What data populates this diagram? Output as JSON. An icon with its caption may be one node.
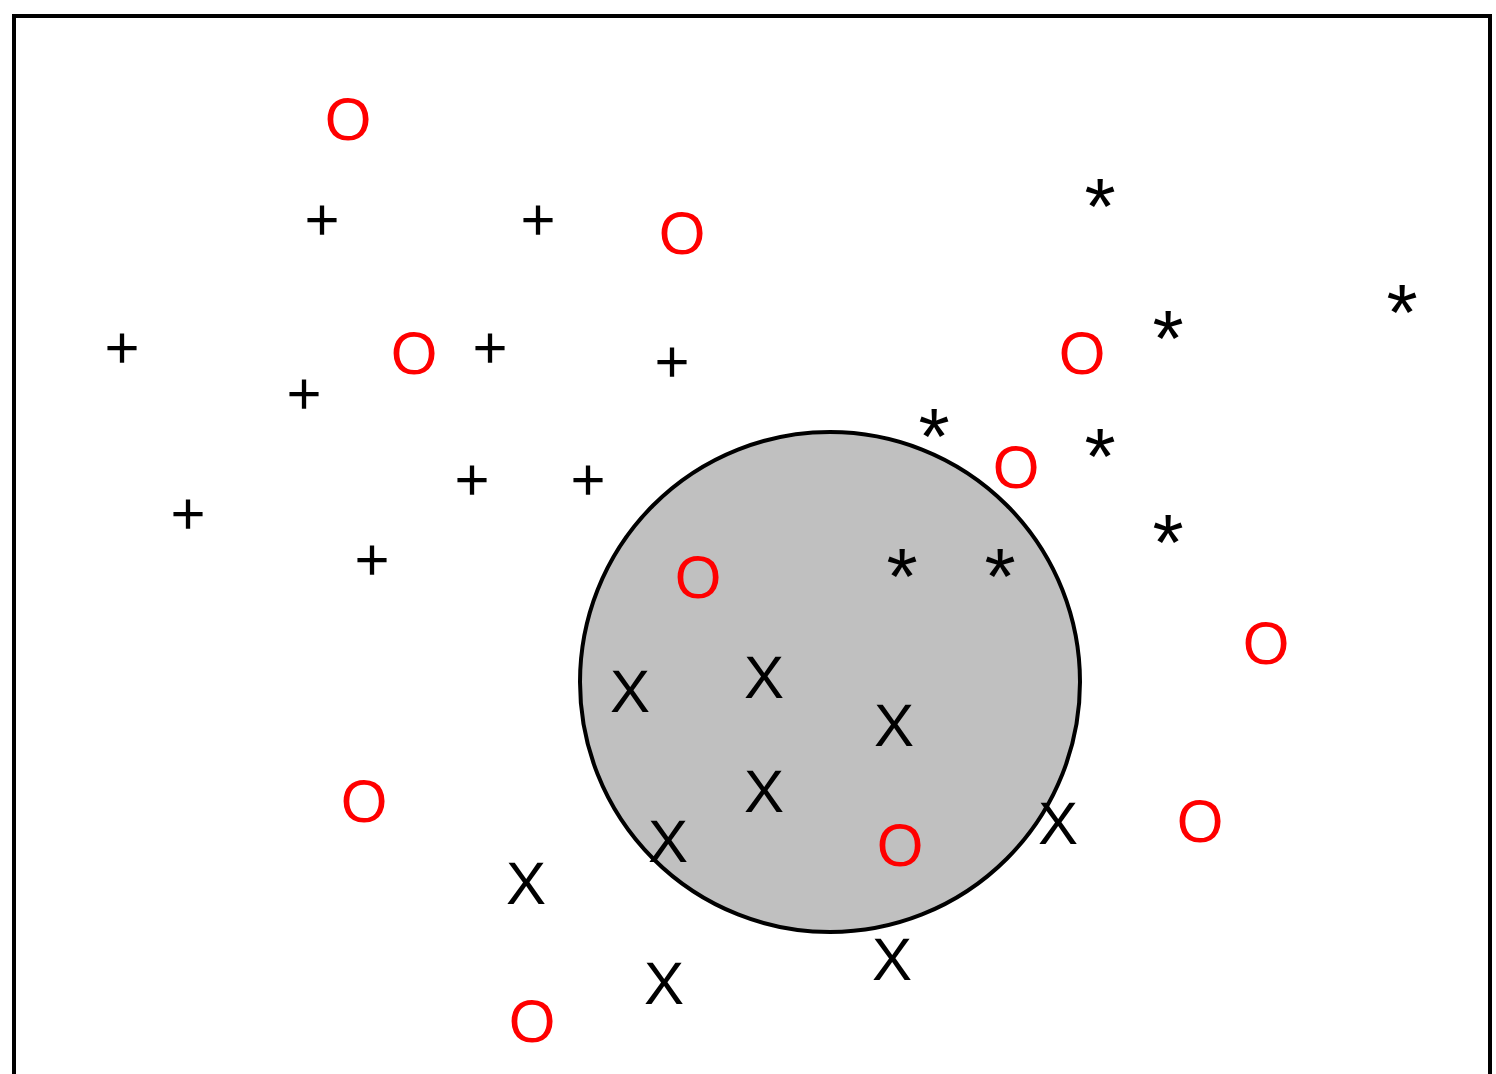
{
  "diagram": {
    "labels": [
      "O",
      "*",
      "+",
      "+",
      "O",
      "*",
      "*",
      "+",
      "+",
      "O",
      "O",
      "+",
      "+",
      "*",
      "*",
      "O",
      "+",
      "+",
      "+",
      "*",
      "+",
      "*",
      "*",
      "O",
      "O",
      "X",
      "X",
      "X",
      "X",
      "O",
      "O",
      "X",
      "X",
      "O",
      "X",
      "X",
      "X",
      "O"
    ]
  }
}
